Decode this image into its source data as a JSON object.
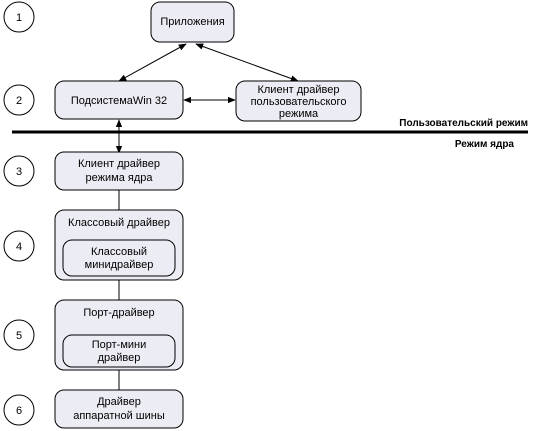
{
  "steps": [
    "1",
    "2",
    "3",
    "4",
    "5",
    "6"
  ],
  "nodes": {
    "applications": "Приложения",
    "win32_subsystem": "ПодсистемаWin 32",
    "user_client_driver": [
      "Клиент драйвер",
      "пользовательского",
      "режима"
    ],
    "kernel_client_driver": [
      "Клиент драйвер",
      "режима ядра"
    ],
    "class_driver": "Классовый драйвер",
    "class_minidriver": [
      "Классовый",
      "минидрайвер"
    ],
    "port_driver": "Порт-драйвер",
    "port_minidriver": [
      "Порт-мини",
      "драйвер"
    ],
    "bus_driver": [
      "Драйвер",
      "аппаратной шины"
    ]
  },
  "modes": {
    "user_mode": "Пользовательский режим",
    "kernel_mode": "Режим ядра"
  }
}
